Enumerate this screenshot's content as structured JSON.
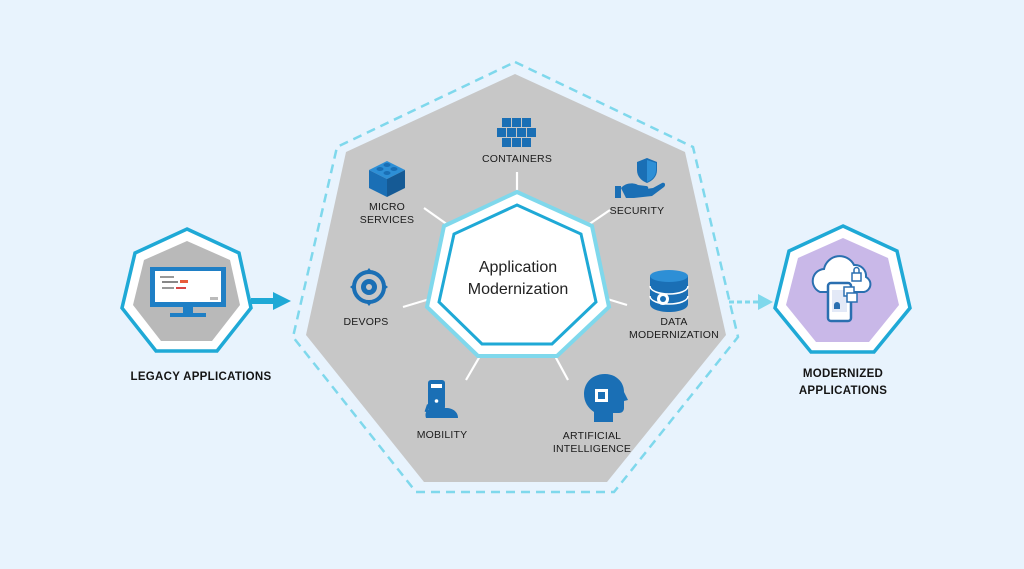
{
  "center": {
    "line1": "Application",
    "line2": "Modernization"
  },
  "left": {
    "label": "LEGACY APPLICATIONS",
    "icon": "legacy-monitor-icon"
  },
  "right": {
    "line1": "MODERNIZED",
    "line2": "APPLICATIONS",
    "icon": "cloud-mobile-icon"
  },
  "features": [
    {
      "line1": "CONTAINERS",
      "line2": "",
      "icon": "containers-icon"
    },
    {
      "line1": "SECURITY",
      "line2": "",
      "icon": "security-icon"
    },
    {
      "line1": "DATA",
      "line2": "MODERNIZATION",
      "icon": "database-icon"
    },
    {
      "line1": "ARTIFICIAL",
      "line2": "INTELLIGENCE",
      "icon": "ai-head-icon"
    },
    {
      "line1": "MOBILITY",
      "line2": "",
      "icon": "mobile-hand-icon"
    },
    {
      "line1": "DEVOPS",
      "line2": "",
      "icon": "devops-icon"
    },
    {
      "line1": "MICRO",
      "line2": "SERVICES",
      "icon": "micro-services-icon"
    }
  ],
  "colors": {
    "background": "#e8f3fd",
    "accent": "#1fa9d6",
    "accent_light": "#7fd8ec",
    "icon_blue": "#1a6fb5",
    "gray_panel": "#c7c7c7",
    "legacy_fill": "#b9b9b9",
    "modern_fill": "#c9b8e8"
  }
}
